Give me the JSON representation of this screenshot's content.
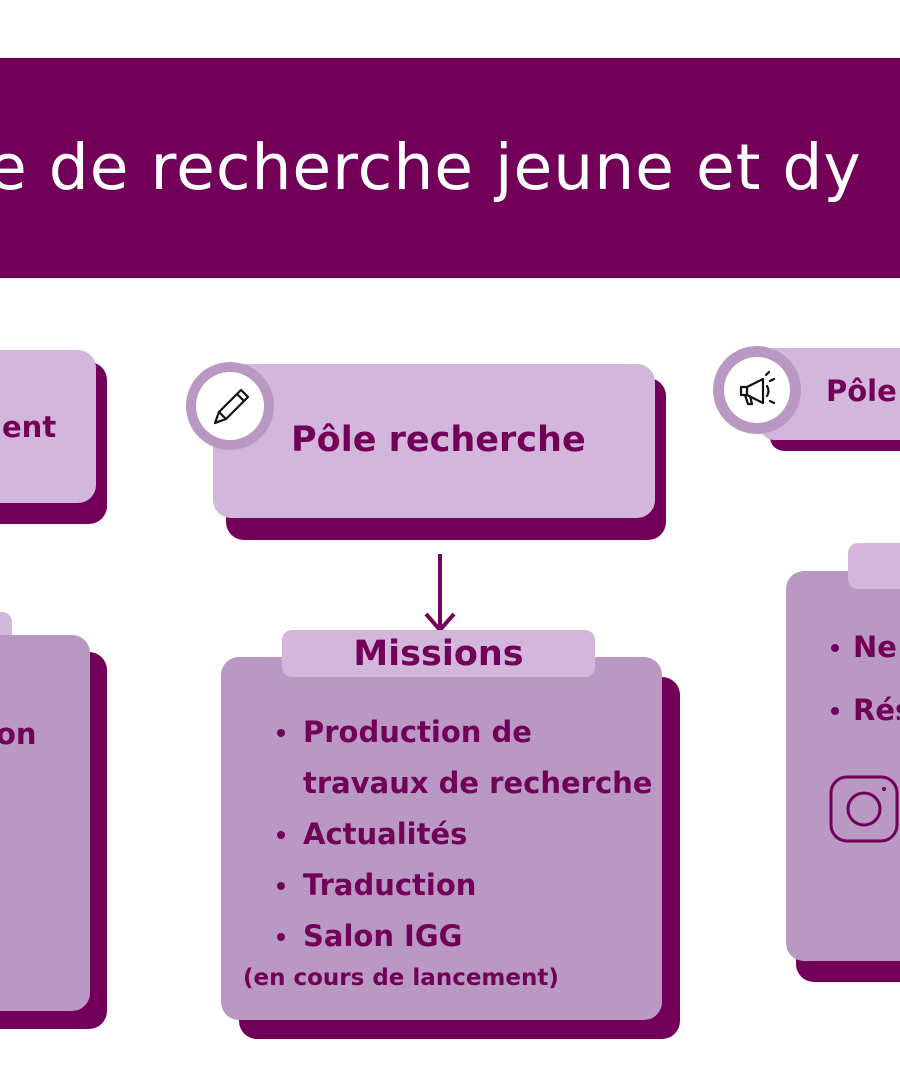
{
  "banner": {
    "title": "e de recherche jeune et dy"
  },
  "left_top_card": {
    "label": "ent"
  },
  "left_mid_card": {
    "label": "on"
  },
  "center_card": {
    "title": "Pôle recherche",
    "icon": "pencil-icon"
  },
  "missions": {
    "heading": "Missions",
    "items": [
      "Production de",
      "travaux de recherche",
      "Actualités",
      "Traduction",
      "Salon IGG"
    ],
    "note": "(en cours de lancement)"
  },
  "right_top_card": {
    "title": "Pôle",
    "icon": "megaphone-icon"
  },
  "right_mid_card": {
    "items": [
      "Ne",
      "Rés"
    ],
    "icon": "instagram-icon"
  },
  "colors": {
    "primary": "#720058",
    "light": "#d3b6dc",
    "mid": "#b999c3"
  }
}
